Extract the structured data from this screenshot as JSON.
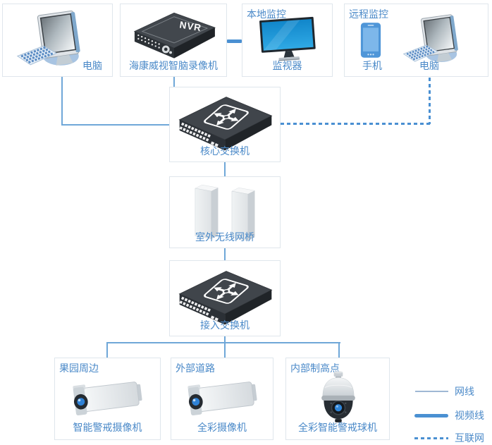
{
  "nodes": {
    "pc_local": {
      "label": "电脑",
      "icon": "desktop-computer-icon"
    },
    "nvr": {
      "label": "海康威视智脑录像机",
      "badge": "NVR",
      "icon": "nvr-icon"
    },
    "local_monitoring": {
      "header": "本地监控",
      "label": "监视器",
      "icon": "tv-monitor-icon"
    },
    "remote_monitoring": {
      "header": "远程监控",
      "phone_label": "手机",
      "pc_label": "电脑",
      "icons": [
        "smartphone-icon",
        "desktop-computer-icon"
      ]
    },
    "core_switch": {
      "label": "核心交换机",
      "icon": "network-switch-icon"
    },
    "wireless_bridge": {
      "label": "室外无线网桥",
      "icon": "wireless-bridge-icon"
    },
    "access_switch": {
      "label": "接入交换机",
      "icon": "network-switch-icon"
    },
    "camera_orchard": {
      "header": "果园周边",
      "label": "智能警戒摄像机",
      "icon": "bullet-camera-icon"
    },
    "camera_road": {
      "header": "外部道路",
      "label": "全彩摄像机",
      "icon": "bullet-camera-icon"
    },
    "camera_high_point": {
      "header": "内部制高点",
      "label": "全彩智能警戒球机",
      "icon": "ptz-dome-camera-icon"
    }
  },
  "legend": {
    "items": [
      {
        "label": "网线",
        "style": "thin-solid"
      },
      {
        "label": "视频线",
        "style": "thick-solid"
      },
      {
        "label": "互联网",
        "style": "dashed"
      }
    ]
  },
  "colors": {
    "label_text": "#4a89c8",
    "thin_line": "#6fa7d8",
    "video_line": "#4a90d2",
    "internet_line": "#4a90d2",
    "box_border": "#dfe6ec",
    "device_dark": "#3c4147",
    "screen_blue": "#1e97d4"
  }
}
